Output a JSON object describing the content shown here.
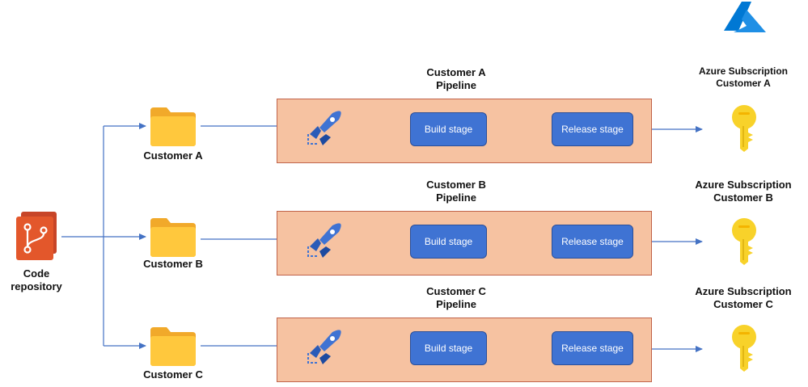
{
  "repository": {
    "label_line1": "Code",
    "label_line2": "repository",
    "icon": "git-repo-icon",
    "color": "#e3572b"
  },
  "branches": [
    {
      "folder_label": "Customer A",
      "folder_icon": "folder-icon"
    },
    {
      "folder_label": "Customer B",
      "folder_icon": "folder-icon"
    },
    {
      "folder_label": "Customer C",
      "folder_icon": "folder-icon"
    }
  ],
  "pipelines": [
    {
      "title_line1": "Customer A",
      "title_line2": "Pipeline",
      "icon": "azure-pipelines-icon",
      "build_label": "Build stage",
      "release_label": "Release stage"
    },
    {
      "title_line1": "Customer B",
      "title_line2": "Pipeline",
      "icon": "azure-pipelines-icon",
      "build_label": "Build stage",
      "release_label": "Release stage"
    },
    {
      "title_line1": "Customer C",
      "title_line2": "Pipeline",
      "icon": "azure-pipelines-icon",
      "build_label": "Build stage",
      "release_label": "Release stage"
    }
  ],
  "subscriptions": [
    {
      "line1": "Azure Subscription",
      "line2": "Customer A",
      "icon": "key-icon"
    },
    {
      "line1": "Azure Subscription",
      "line2": "Customer B",
      "icon": "key-icon"
    },
    {
      "line1": "Azure Subscription",
      "line2": "Customer C",
      "icon": "key-icon"
    }
  ],
  "brand": {
    "icon": "azure-logo-icon",
    "color": "#0078d4"
  },
  "colors": {
    "pipeline_box": "#f6c2a1",
    "stage": "#3f73d3",
    "arrow": "#4472c4",
    "folder": "#ffc83d",
    "key": "#f8d22a"
  }
}
